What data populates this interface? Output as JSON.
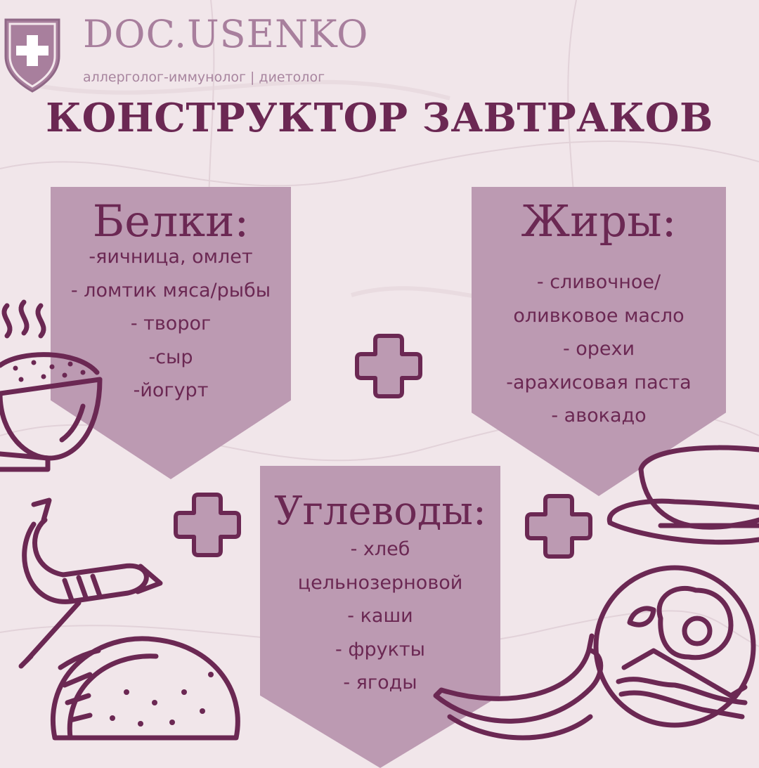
{
  "header": {
    "brand": "DOC.USENKO",
    "subtitle": "аллерголог-иммунолог | диетолог",
    "title": "КОНСТРУКТОР ЗАВТРАКОВ"
  },
  "sections": {
    "proteins": {
      "title": "Белки:",
      "items": [
        "-яичница, омлет",
        "- ломтик мяса/рыбы",
        "- творог",
        "-сыр",
        "-йогурт"
      ]
    },
    "fats": {
      "title": "Жиры:",
      "items": [
        "- сливочное/",
        "оливковое масло",
        "- орехи",
        "-арахисовая паста",
        "- авокадо"
      ]
    },
    "carbs": {
      "title": "Углеводы:",
      "items": [
        "- хлеб",
        "цельнозерновой",
        "- каши",
        "- фрукты",
        "- ягоды"
      ]
    }
  },
  "colors": {
    "background": "#f1e6ea",
    "panel": "#bc9ab2",
    "accent": "#6b2853",
    "brand": "#a87f9d"
  },
  "icons": [
    "shield-plus-icon",
    "plus-icon",
    "bowl-icon",
    "sausage-fork-icon",
    "taco-icon",
    "banana-icon",
    "plate-egg-bacon-icon",
    "cup-saucer-icon"
  ]
}
